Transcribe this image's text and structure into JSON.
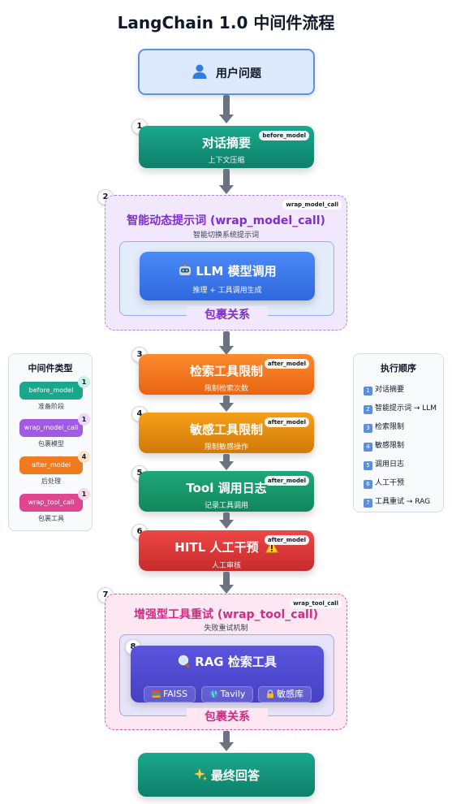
{
  "title": "LangChain 1.0 中间件流程",
  "user_question": {
    "icon": "user-icon",
    "label": "用户问题"
  },
  "steps": [
    {
      "num": "1",
      "title": "对话摘要",
      "sub": "上下文压缩",
      "tag": "before_model"
    },
    {
      "num": "2",
      "title": "智能动态提示词 (wrap_model_call)",
      "sub": "智能切换系统提示词",
      "tag": "wrap_model_call"
    },
    {
      "num": "3",
      "title": "检索工具限制",
      "sub": "限制检索次数",
      "tag": "after_model"
    },
    {
      "num": "4",
      "title": "敏感工具限制",
      "sub": "限制敏感操作",
      "tag": "after_model"
    },
    {
      "num": "5",
      "title": "Tool 调用日志",
      "sub": "记录工具调用",
      "tag": "after_model"
    },
    {
      "num": "6",
      "title": "HITL 人工干预",
      "sub": "人工审核",
      "tag": "after_model",
      "icon": "warning-icon"
    },
    {
      "num": "7",
      "title": "增强型工具重试 (wrap_tool_call)",
      "sub": "失败重试机制",
      "tag": "wrap_tool_call"
    },
    {
      "num": "8",
      "title": "RAG 检索工具",
      "icon": "magnifier-icon"
    }
  ],
  "llm": {
    "icon": "robot-icon",
    "title": "LLM 模型调用",
    "sub": "推理 + 工具调用生成"
  },
  "wrap_label": "包裹关系",
  "rag_tools": [
    {
      "icon": "books-icon",
      "label": "FAISS"
    },
    {
      "icon": "globe-icon",
      "label": "Tavily"
    },
    {
      "icon": "lock-icon",
      "label": "敏感库"
    }
  ],
  "final_answer": {
    "icon": "sparkles-icon",
    "label": "最终回答"
  },
  "legend": {
    "title": "中间件类型",
    "items": [
      {
        "label": "before_model",
        "sub": "准备阶段",
        "count": "1",
        "color": "#1aa88c",
        "badge": "#c9f0e6"
      },
      {
        "label": "wrap_model_call",
        "sub": "包裹模型",
        "count": "1",
        "color": "#a259e6",
        "badge": "#ead9fb"
      },
      {
        "label": "after_model",
        "sub": "后处理",
        "count": "4",
        "color": "#f07a1f",
        "badge": "#fde2c8"
      },
      {
        "label": "wrap_tool_call",
        "sub": "包裹工具",
        "count": "1",
        "color": "#e0468e",
        "badge": "#fbd6e7"
      }
    ]
  },
  "order": {
    "title": "执行顺序",
    "items": [
      {
        "num": "1",
        "label": "对话摘要"
      },
      {
        "num": "2",
        "label": "智能提示词 → LLM"
      },
      {
        "num": "3",
        "label": "检索限制"
      },
      {
        "num": "4",
        "label": "敏感限制"
      },
      {
        "num": "5",
        "label": "调用日志"
      },
      {
        "num": "6",
        "label": "人工干预"
      },
      {
        "num": "7",
        "label": "工具重试 → RAG"
      }
    ]
  }
}
